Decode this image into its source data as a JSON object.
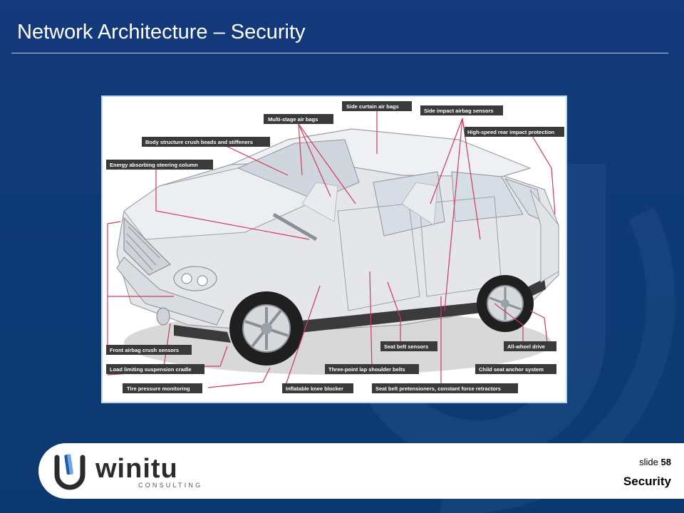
{
  "slide": {
    "title": "Network Architecture – Security",
    "slide_word": "slide",
    "number": "58",
    "section": "Security"
  },
  "logo": {
    "brand": "winitu",
    "tagline": "CONSULTING",
    "icon": "winitu-logo-icon"
  },
  "figure": {
    "icon": "suv-cutaway-illustration",
    "labels": {
      "multi_stage": "Multi-stage air bags",
      "side_curtain": "Side curtain air bags",
      "side_impact": "Side impact airbag sensors",
      "body_structure": "Body structure crush beads and stiffeners",
      "rear_impact": "High-speed rear impact protection",
      "steering": "Energy absorbing steering column",
      "front_crush": "Front airbag crush sensors",
      "suspension": "Load limiting suspension cradle",
      "tire": "Tire pressure monitoring",
      "knee": "Inflatable knee blocker",
      "seat_sensors": "Seat belt sensors",
      "three_point": "Three-point lap shoulder belts",
      "pretensioners": "Seat belt pretensioners, constant force retractors",
      "awd": "All-wheel drive",
      "child_seat": "Child seat anchor system"
    }
  },
  "colors": {
    "background": "#0f3a78",
    "callout_fill": "#3a3a3a",
    "leader_line": "#d23a5a"
  }
}
